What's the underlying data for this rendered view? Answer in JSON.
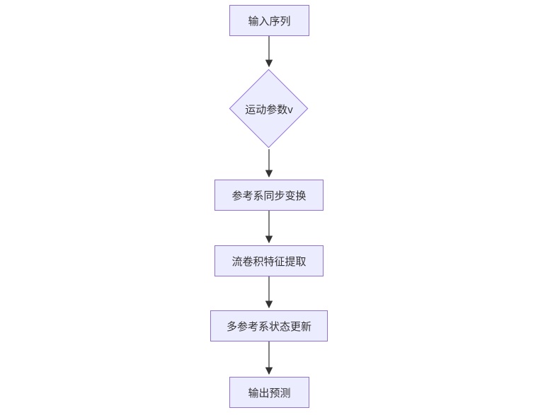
{
  "diagram": {
    "type": "flowchart",
    "direction": "top-down",
    "nodes": [
      {
        "id": "input-sequence",
        "shape": "rect",
        "label": "输入序列"
      },
      {
        "id": "motion-parameter-v",
        "shape": "diamond",
        "label": "运动参数v"
      },
      {
        "id": "frame-sync-transform",
        "shape": "rect",
        "label": "参考系同步变换"
      },
      {
        "id": "flow-conv-feature",
        "shape": "rect",
        "label": "流卷积特征提取"
      },
      {
        "id": "multi-frame-update",
        "shape": "rect",
        "label": "多参考系状态更新"
      },
      {
        "id": "output-prediction",
        "shape": "rect",
        "label": "输出预测"
      }
    ],
    "edges": [
      {
        "from": "input-sequence",
        "to": "motion-parameter-v"
      },
      {
        "from": "motion-parameter-v",
        "to": "frame-sync-transform"
      },
      {
        "from": "frame-sync-transform",
        "to": "flow-conv-feature"
      },
      {
        "from": "flow-conv-feature",
        "to": "multi-frame-update"
      },
      {
        "from": "multi-frame-update",
        "to": "output-prediction"
      }
    ],
    "colors": {
      "node_fill": "#ECECFF",
      "node_border": "#9370DB",
      "text": "#333333",
      "edge_line": "#555555",
      "arrowhead": "#333333",
      "background": "#ffffff"
    }
  }
}
